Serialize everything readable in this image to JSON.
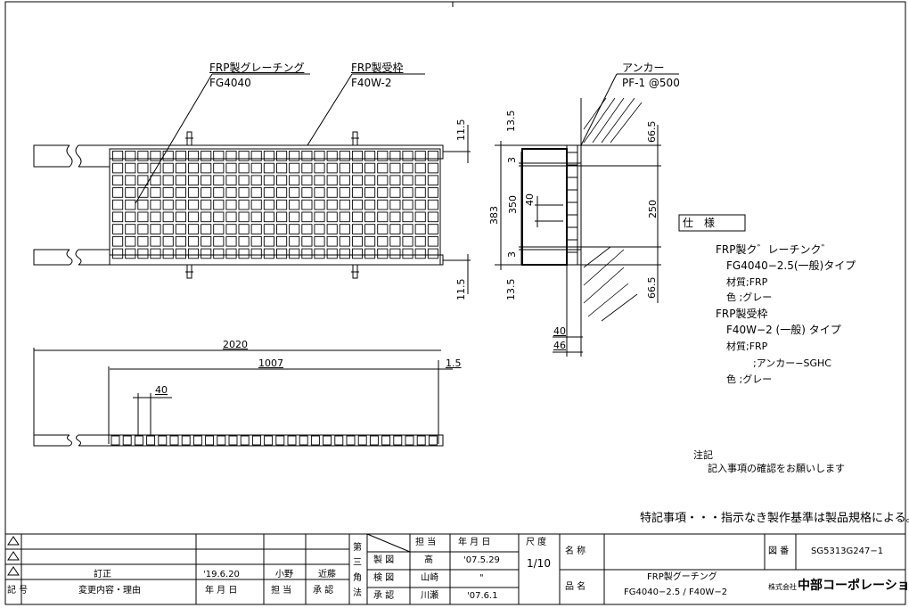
{
  "labels": {
    "grating_name": "FRP製グレーチング",
    "grating_code": "FG4040",
    "frame_name": "FRP製受枠",
    "frame_code": "F40W-2",
    "anchor_name": "アンカー",
    "anchor_code": "PF-1 @500"
  },
  "dims": {
    "d11_5_top": "11.5",
    "d11_5_bot": "11.5",
    "d13_5_top": "13.5",
    "d13_5_bot": "13.5",
    "d3_top": "3",
    "d3_bot": "3",
    "d383": "383",
    "d350": "350",
    "d40_sec": "40",
    "d250": "250",
    "d66_5_top": "66.5",
    "d66_5_bot": "66.5",
    "d40_bottom": "40",
    "d46": "46",
    "d2020": "2020",
    "d1007": "1007",
    "d1_5": "1.5",
    "d40_pitch": "40"
  },
  "spec": {
    "heading": "仕　様",
    "lines": [
      "FRP製ク゛レーチンク゛",
      "FG4040−2.5(一般)タイプ",
      "材質;FRP",
      "色 ;グレー",
      "FRP製受枠",
      "F40W−2 (一般) タイプ",
      "材質;FRP",
      ";アンカー−SGHC",
      "色 ;グレー"
    ]
  },
  "note": {
    "title": "注記",
    "body": "記入事項の確認をお願いします"
  },
  "special_note": "特記事項・・・指示なき製作基準は製品規格による。",
  "title_block": {
    "rev_row": {
      "date": "'19.6.20",
      "person": "小野",
      "approver": "近藤",
      "content": "訂正"
    },
    "headers": {
      "mark": "記 号",
      "content": "変更内容・理由",
      "date": "年 月 日",
      "charge": "担 当",
      "approve": "承 認"
    },
    "projection": "第三角法",
    "role_head": "担 当",
    "date_head": "年 月 日",
    "scale_head": "尺 度",
    "scale": "1/10",
    "roles": [
      {
        "role": "製 図",
        "name": "髙",
        "date": "'07.5.29"
      },
      {
        "role": "検 図",
        "name": "山崎",
        "date": "\""
      },
      {
        "role": "承 認",
        "name": "川瀬",
        "date": "'07.6.1"
      }
    ],
    "name_label": "名 称",
    "product_label": "品 名",
    "product_line1": "FRP製グーチング",
    "product_line2": "FG4040−2.5 / F40W−2",
    "drawing_no_label": "図 番",
    "drawing_no": "SG5313G247−1",
    "company_prefix": "株式会社",
    "company": "中部コーポレーション"
  }
}
